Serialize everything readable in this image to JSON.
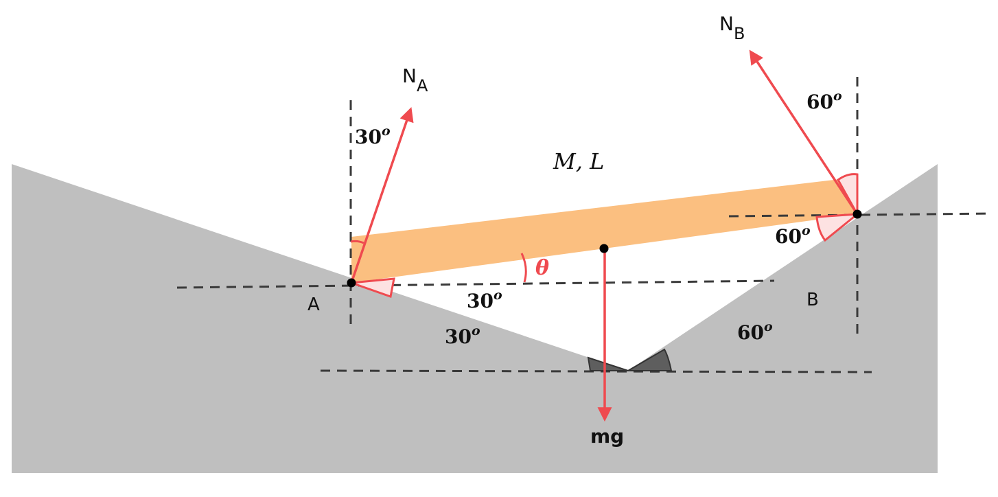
{
  "colors": {
    "ground": "#bfbfbf",
    "rod": "#fbbf80",
    "force": "#ef4a4f",
    "dash": "#3a3a3a",
    "angle_fill_light": "#fde2e2",
    "wedge_dark": "#5e5e5e",
    "text": "#111111"
  },
  "labels": {
    "na_main": "N",
    "na_sub": "A",
    "nb_main": "N",
    "nb_sub": "B",
    "mg": "mg",
    "mass_length": "M, L",
    "theta": "θ",
    "point_a": "A",
    "point_b": "B",
    "angle_a_vertical": "30",
    "angle_b_vertical": "60",
    "angle_b_right": "60",
    "angle_a_horizontal": "30",
    "angle_left_incline": "30",
    "angle_right_incline": "60",
    "degree_mark": "o"
  }
}
